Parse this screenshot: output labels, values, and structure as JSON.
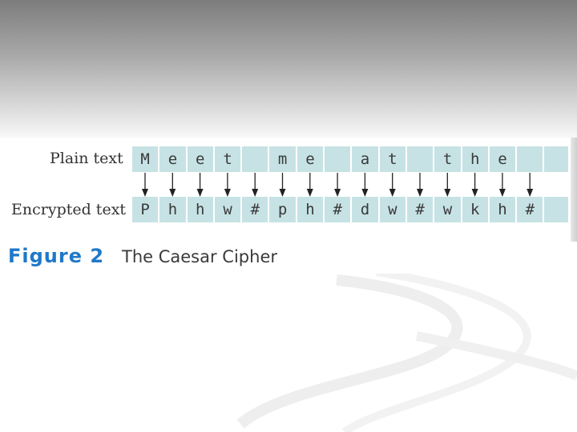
{
  "plain_label": "Plain text",
  "encrypted_label": "Encrypted text",
  "plain_chars": [
    "M",
    "e",
    "e",
    "t",
    "",
    "m",
    "e",
    "",
    "a",
    "t",
    "",
    "t",
    "h",
    "e",
    "",
    ""
  ],
  "encrypted_chars": [
    "P",
    "h",
    "h",
    "w",
    "#",
    "p",
    "h",
    "#",
    "d",
    "w",
    "#",
    "w",
    "k",
    "h",
    "#",
    ""
  ],
  "arrow_count": 15,
  "caption": {
    "label": "Figure 2",
    "title": "The Caesar Cipher"
  },
  "colors": {
    "cell_fill": "#c6e2e4",
    "caption_accent": "#1f78c8",
    "text": "#3a3a3a"
  }
}
